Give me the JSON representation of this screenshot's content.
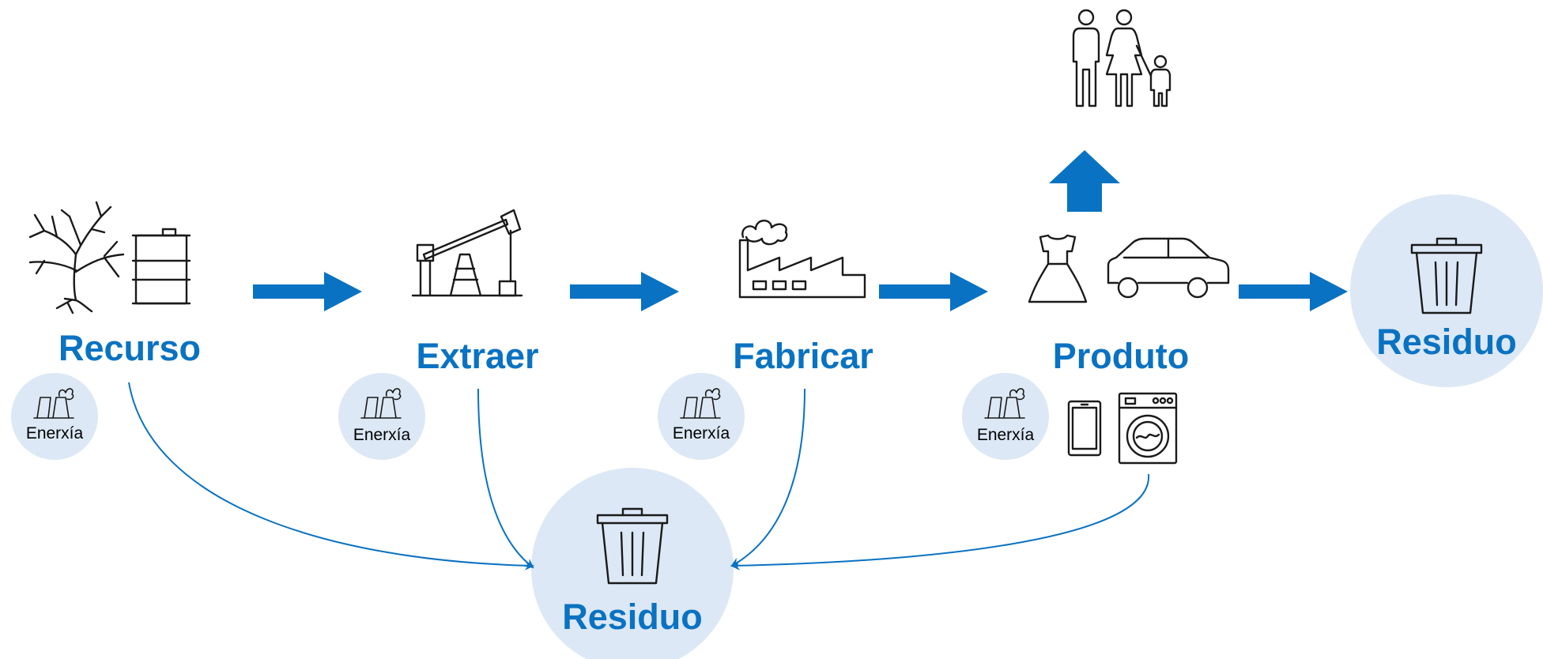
{
  "colors": {
    "accent": "#0a72c2",
    "circle_fill": "#dce8f5",
    "ink": "#1a1a1a"
  },
  "stages": {
    "resource": {
      "label": "Recurso",
      "icons": [
        "dead-tree-icon",
        "oil-barrel-icon"
      ]
    },
    "extract": {
      "label": "Extraer",
      "icons": [
        "oil-pump-icon"
      ]
    },
    "manufacture": {
      "label": "Fabricar",
      "icons": [
        "factory-icon"
      ]
    },
    "product": {
      "label": "Produto",
      "icons": [
        "dress-icon",
        "car-icon",
        "smartphone-icon",
        "washing-machine-icon"
      ]
    }
  },
  "energy": {
    "label": "Enerxía",
    "icon": "power-plant-icon"
  },
  "waste_final": {
    "label": "Residuo",
    "icon": "trash-can-icon"
  },
  "waste_central": {
    "label": "Residuo",
    "icon": "trash-can-icon"
  },
  "consumers": {
    "icon": "family-icon"
  }
}
